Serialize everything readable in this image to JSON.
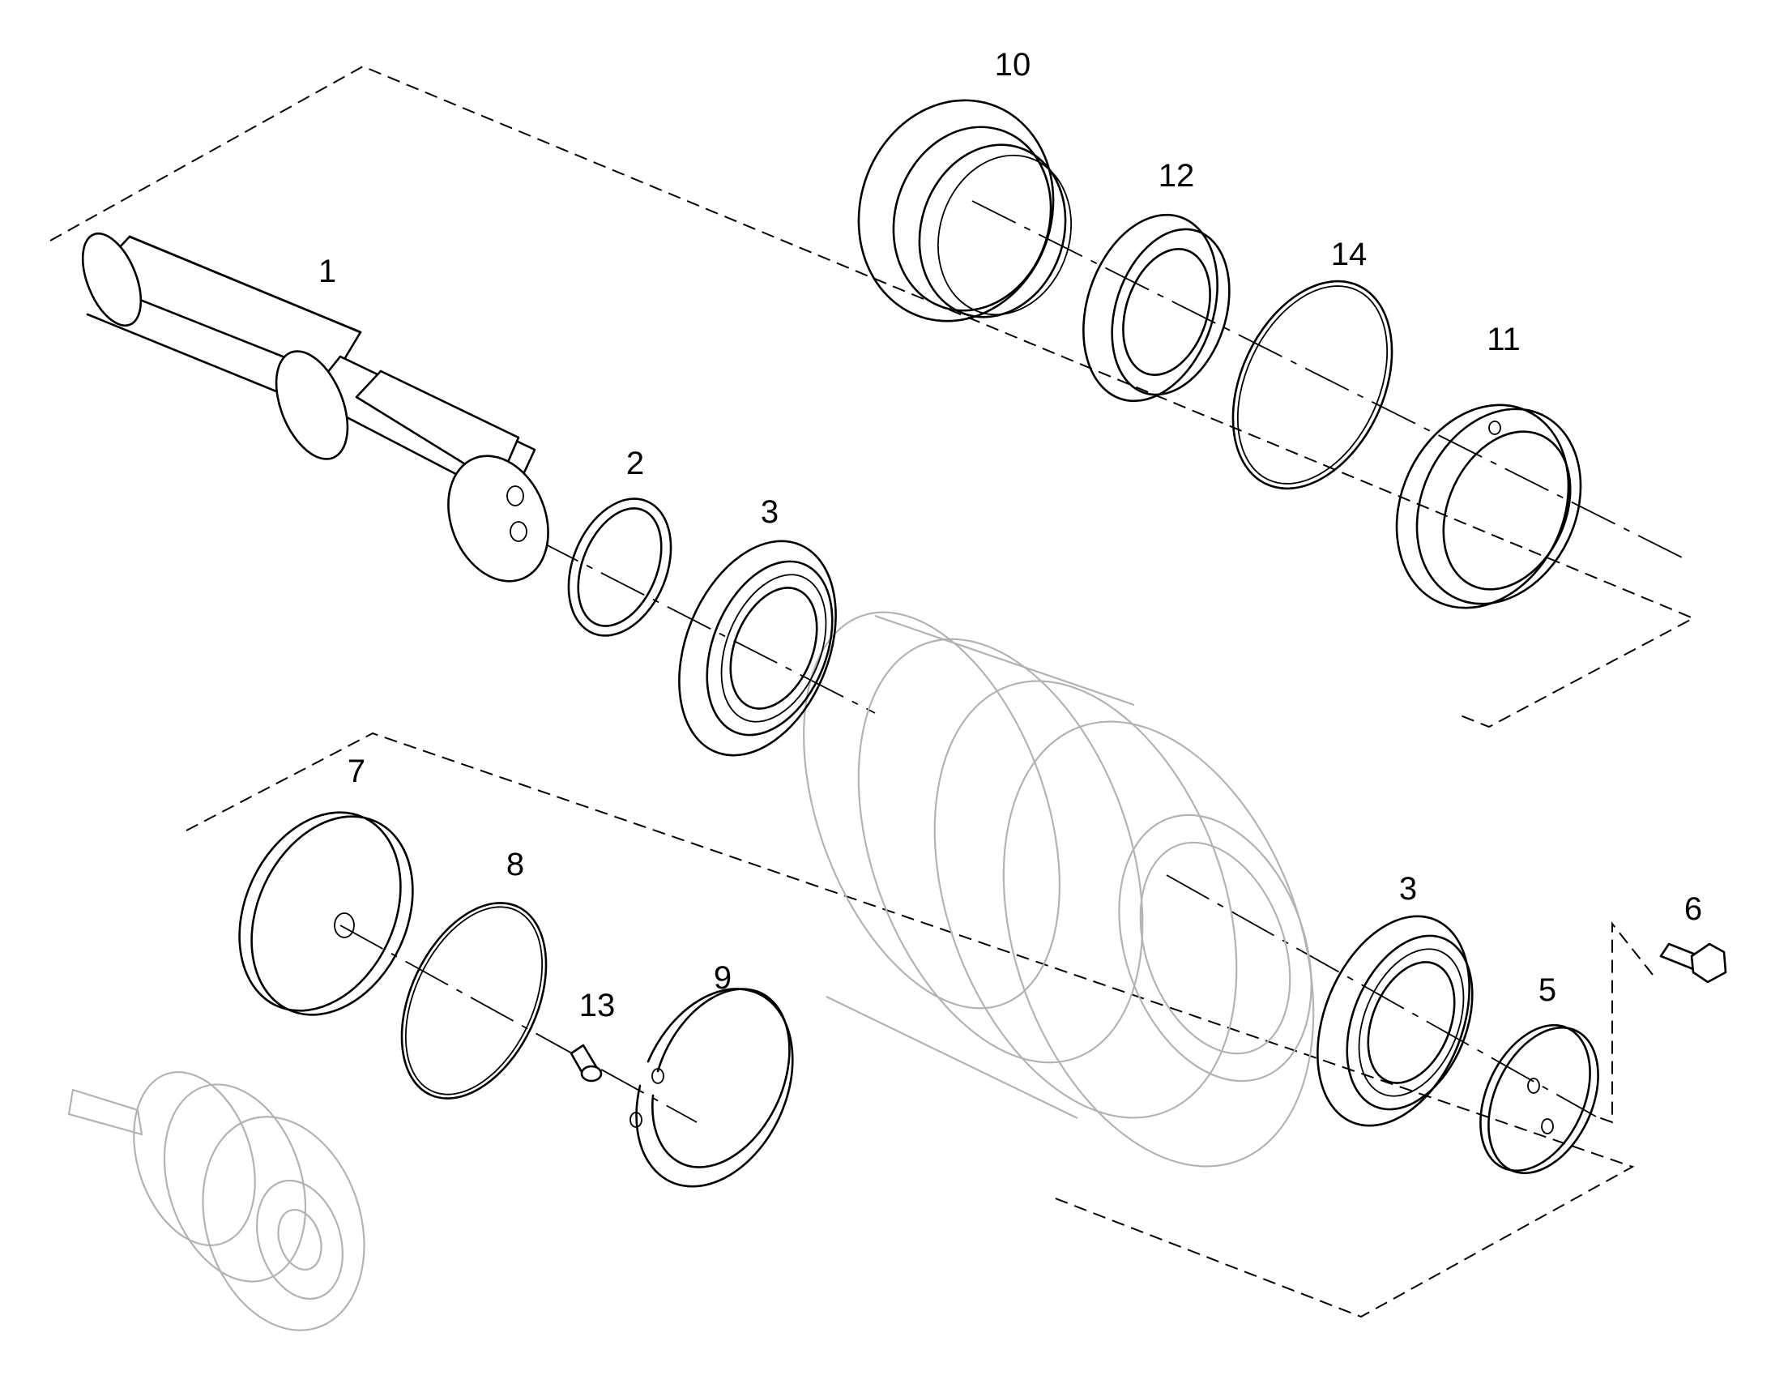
{
  "diagram": {
    "callouts": [
      "1",
      "2",
      "3",
      "10",
      "12",
      "14",
      "11",
      "7",
      "8",
      "13",
      "9",
      "3",
      "6",
      "5"
    ]
  }
}
